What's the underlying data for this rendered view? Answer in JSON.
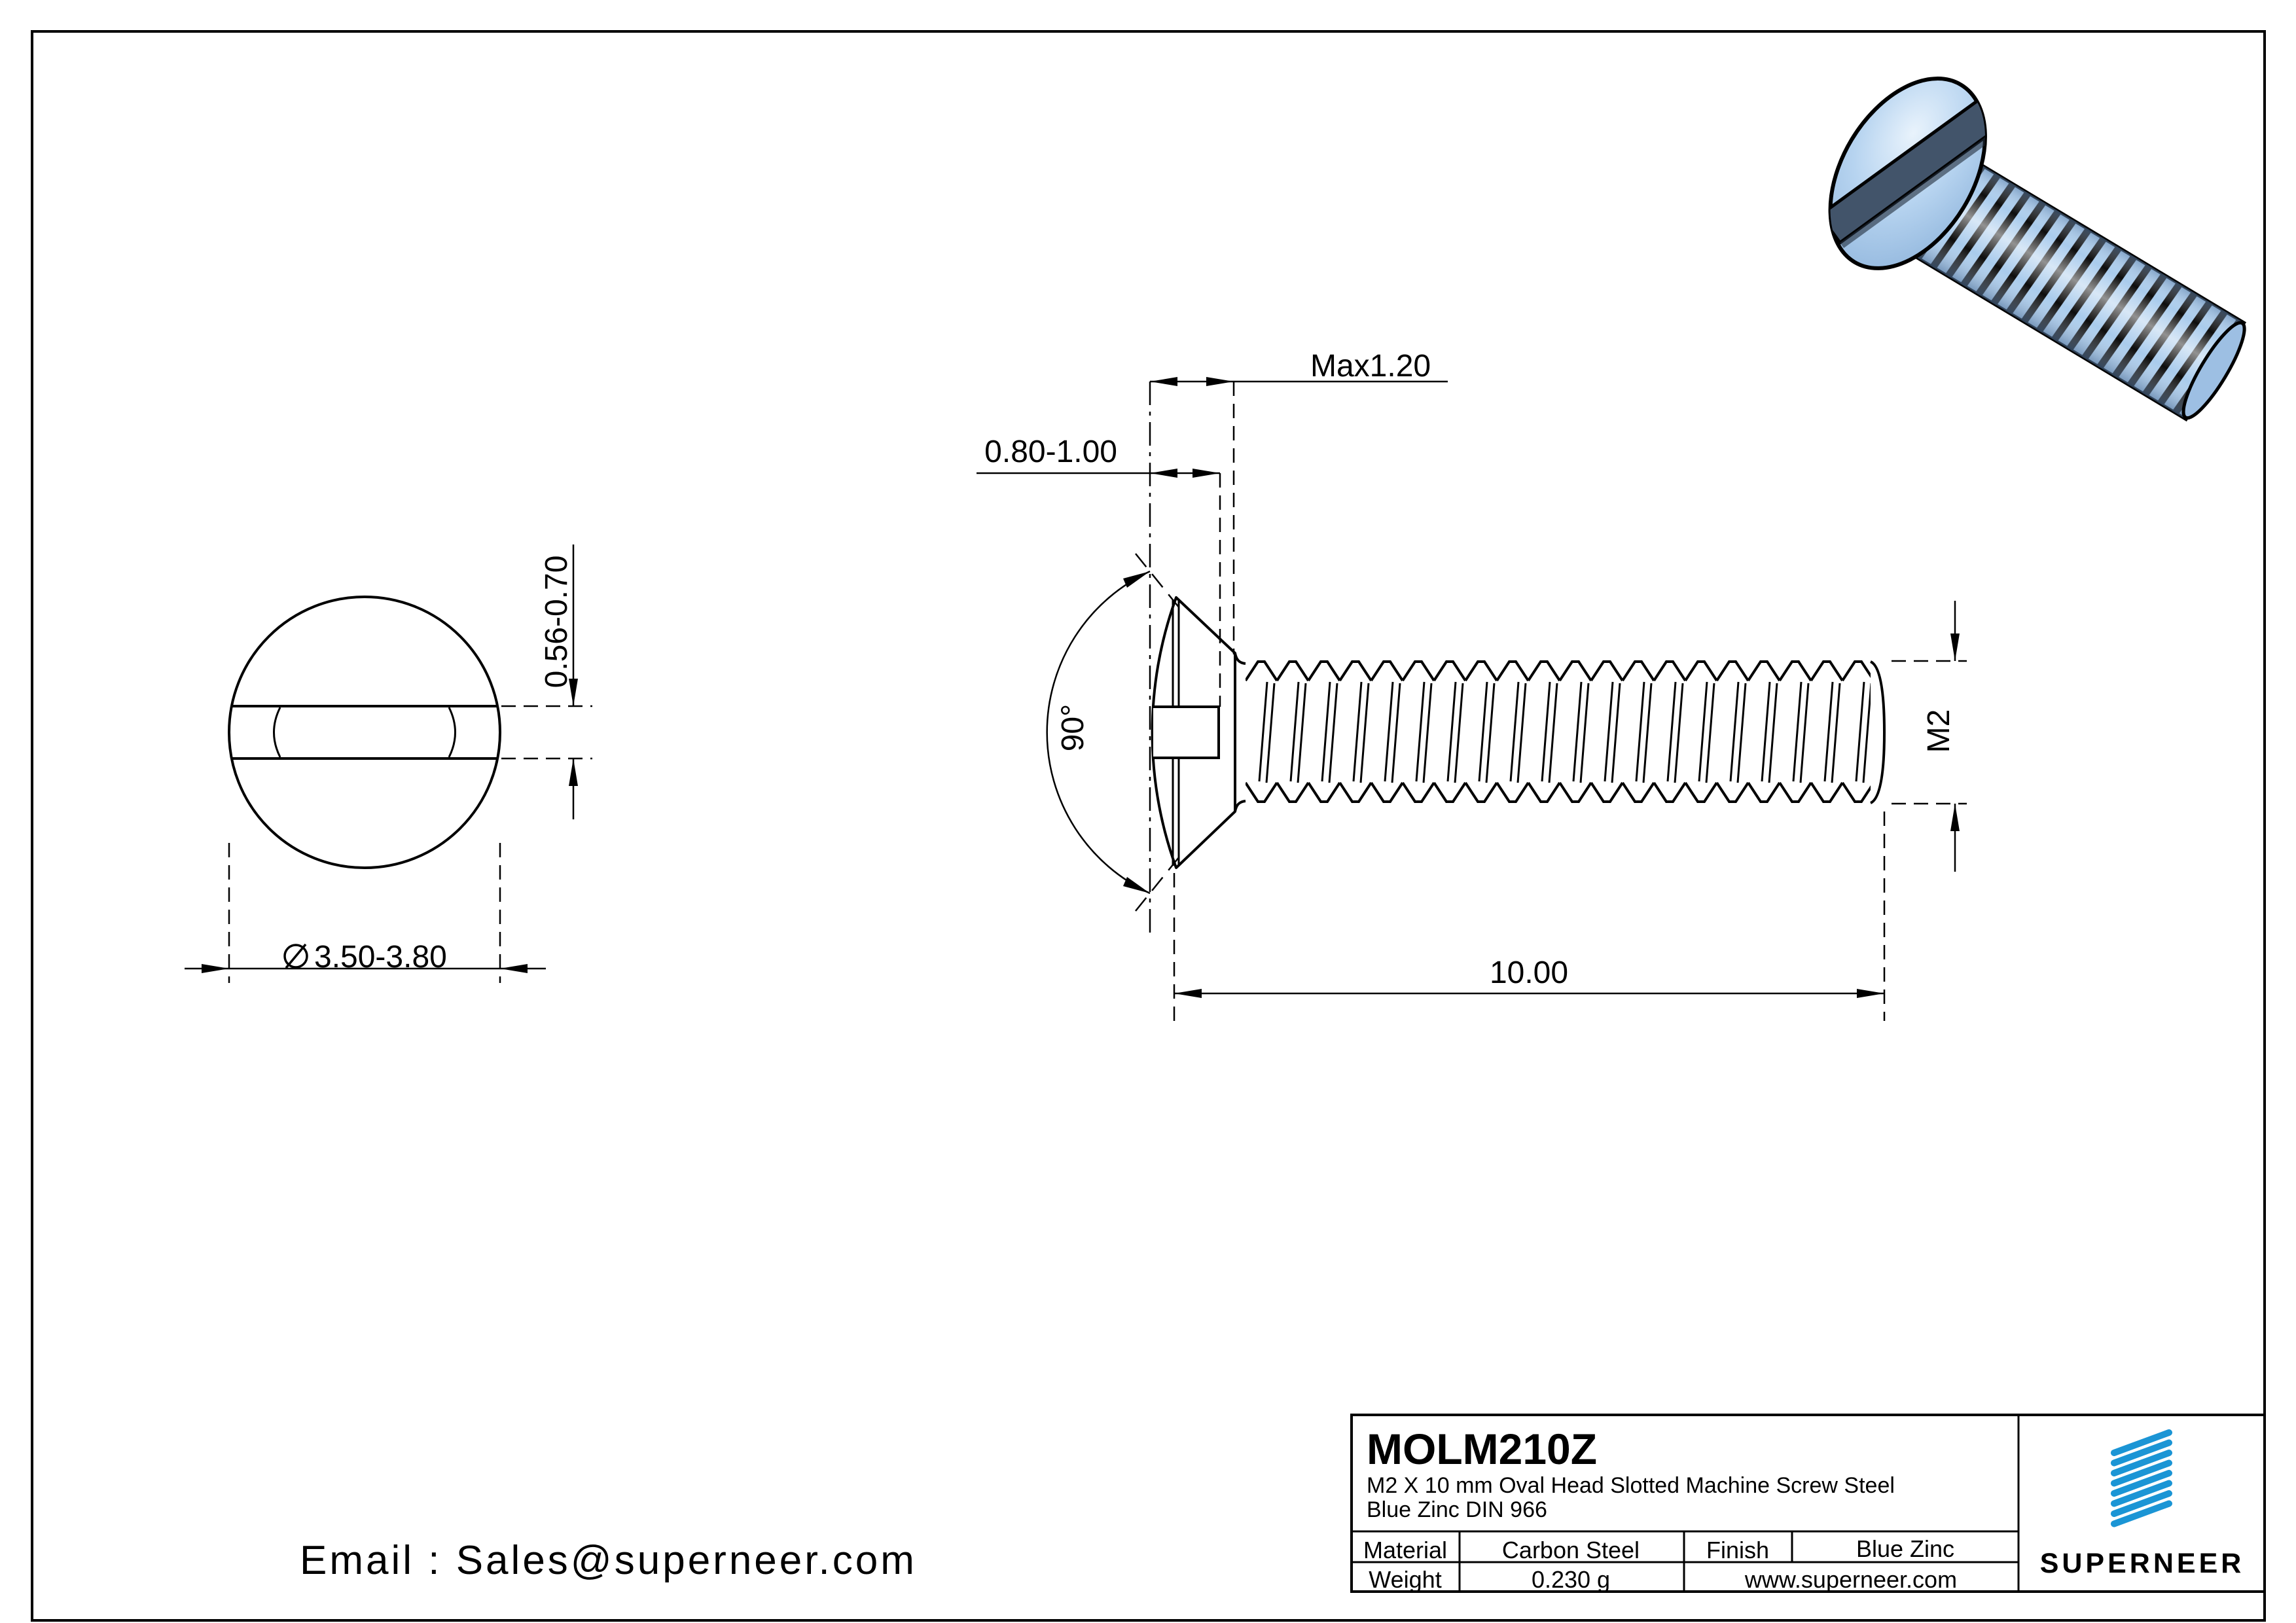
{
  "colors": {
    "line": "#000000",
    "brand_blue": "#1b95d5",
    "link_blue": "#2e9ad2",
    "screw_body_blue": "#a9cbec",
    "screw_shadow_blue": "#84aad3",
    "screw_slot_dark": "#42546a"
  },
  "front_view": {
    "slot_width": "0.56-0.70",
    "diameter": "3.50-3.80"
  },
  "side_view": {
    "head_height_max": "Max1.20",
    "dome_height": "0.80-1.00",
    "countersink_angle": "90°",
    "thread_size": "M2",
    "thread_length": "10.00"
  },
  "contact": {
    "email_line": "Email : Sales@superneer.com"
  },
  "title_block": {
    "part_number": "MOLM210Z",
    "description_line1": "M2 X 10 mm  Oval Head Slotted Machine Screw Steel",
    "description_line2": "Blue Zinc DIN 966",
    "material_label": "Material",
    "material_value": "Carbon Steel",
    "finish_label": "Finish",
    "finish_value": "Blue Zinc",
    "weight_label": "Weight",
    "weight_value": "0.230 g",
    "website": "www.superneer.com",
    "brand": "SUPERNEER"
  }
}
